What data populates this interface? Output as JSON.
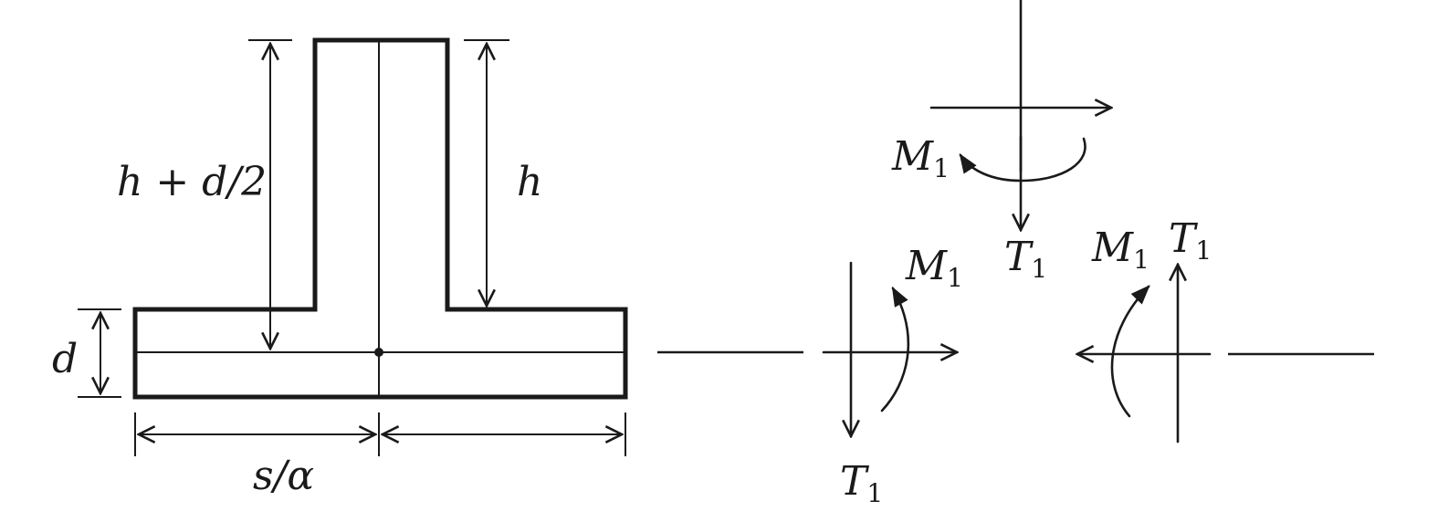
{
  "section": {
    "label_h_plus_d2": "h + d/2",
    "label_h": "h",
    "label_d": "d",
    "label_s_alpha": "s/α"
  },
  "moments": {
    "M": "M",
    "T": "T",
    "subscript": "1"
  }
}
